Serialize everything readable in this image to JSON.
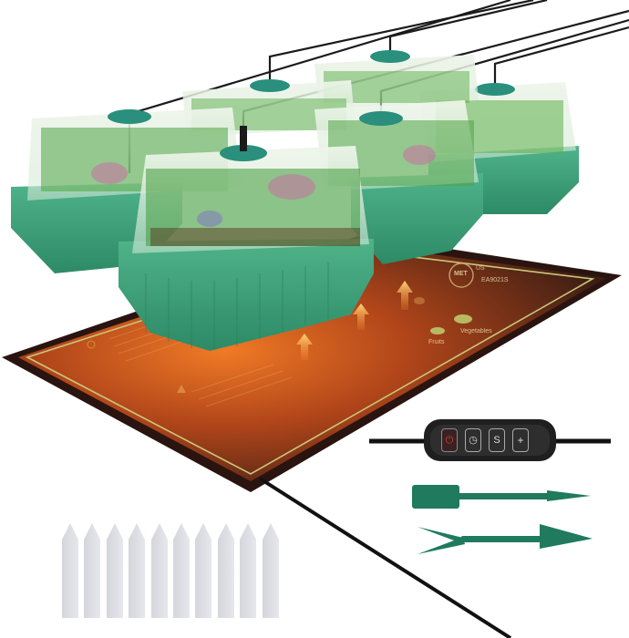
{
  "scene": {
    "subject": "seedling starter kit",
    "background_color": "#ffffff"
  },
  "trays": {
    "count": 6,
    "tray_color": "#3a9e78",
    "dome": "clear humidity dome",
    "vent_color": "#2a8f7c",
    "plants": "green seedlings with pink/purple grow light glow"
  },
  "heat_mat": {
    "brand_mark": "MET",
    "cert_region": "US",
    "model": "EA9021S",
    "label_fruits": "Fruits",
    "label_vegetables": "Vegetables",
    "warning_icon": "warning-triangle-icon",
    "border_color": "#c9c77a",
    "surface_color_hot": "#e0631e",
    "surface_color_edge": "#3b1d14",
    "heat_arrows": 3
  },
  "controller": {
    "body_color": "#2a2a2a",
    "buttons": [
      {
        "name": "power",
        "glyph": "⏻"
      },
      {
        "name": "timer",
        "glyph": "◷"
      },
      {
        "name": "mode",
        "glyph": "S"
      },
      {
        "name": "plus",
        "glyph": "+"
      }
    ],
    "indicator_leds": 4
  },
  "tools": {
    "color": "#1f7a5e",
    "items": [
      "scoop / dibber",
      "fork / serrated trowel"
    ]
  },
  "plant_labels": {
    "count": 10,
    "color": "#dcdde3"
  }
}
